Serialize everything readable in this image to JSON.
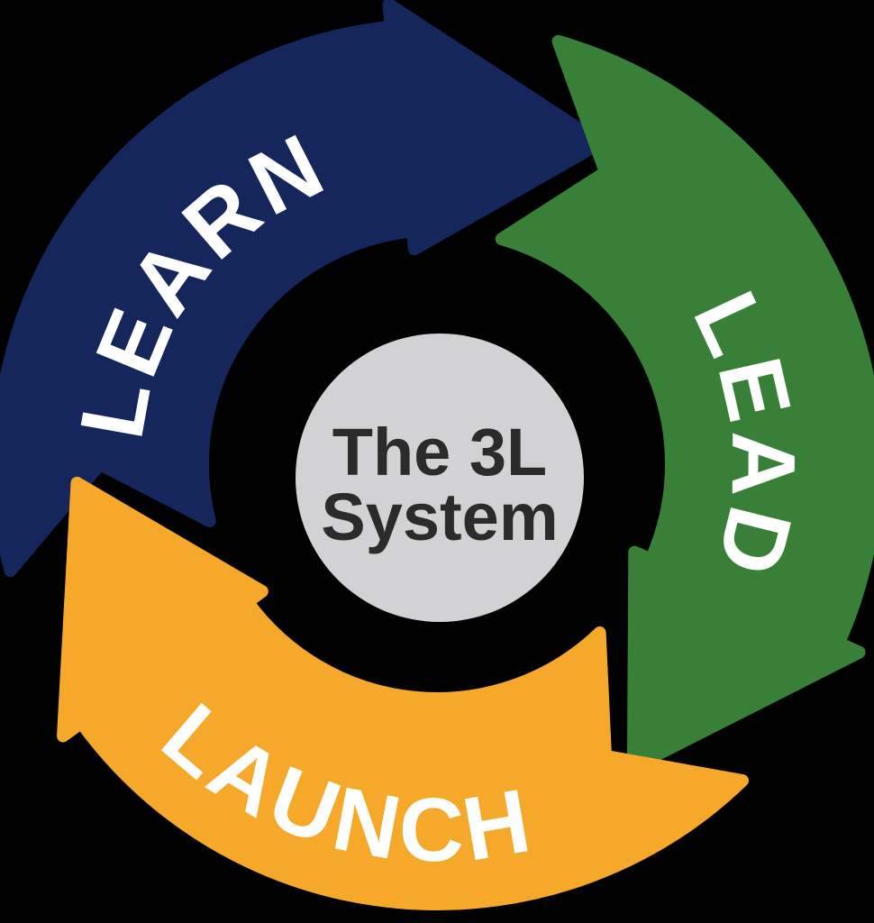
{
  "diagram": {
    "background_color": "#000000",
    "center": {
      "line1": "The 3L",
      "line2": "System",
      "circle_color": "#d2d2d4",
      "title_color": "#2b2b2b"
    },
    "label_color": "#ffffff",
    "steps": [
      {
        "label": "LEARN",
        "color": "#15265c"
      },
      {
        "label": "LEAD",
        "color": "#387f38"
      },
      {
        "label": "LAUNCH",
        "color": "#f6a82b"
      }
    ]
  }
}
